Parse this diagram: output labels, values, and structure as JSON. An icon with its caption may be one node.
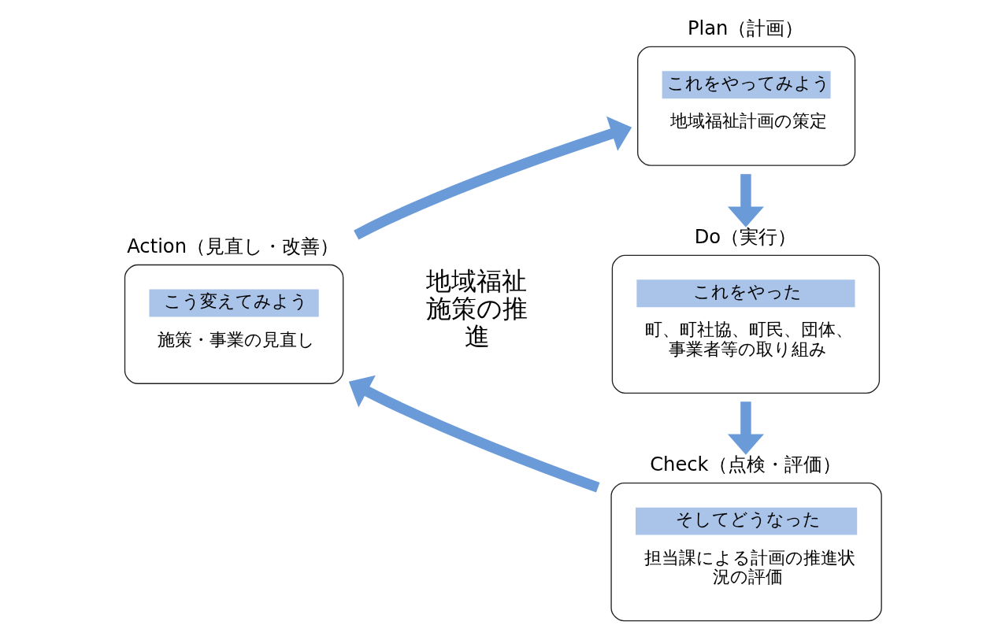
{
  "diagram": {
    "nodes": [
      {
        "text": [
          "Plan（計画）",
          "これをやってみよう",
          "地域福祉計画の策定"
        ]
      },
      {
        "text": [
          "Do（実行）",
          "これをやった",
          "町、町社協、町民、団体、事業者等の取り組み"
        ]
      },
      {
        "text": [
          "Check（点検・評価）",
          "そしてどうなった",
          "担当課による計画の推進状況の評価"
        ]
      },
      {
        "text": [
          "Action（見直し・改善）",
          "こう変えてみよう",
          "施策・事業の見直し"
        ]
      }
    ],
    "edges": [
      {
        "from": 0,
        "to": 1,
        "arrow": "to"
      },
      {
        "from": 1,
        "to": 2,
        "arrow": "to"
      },
      {
        "from": 2,
        "to": 3,
        "arrow": "to"
      },
      {
        "from": 3,
        "to": 0,
        "arrow": "to"
      }
    ],
    "labels": [
      "地域福祉施策の推進"
    ]
  }
}
